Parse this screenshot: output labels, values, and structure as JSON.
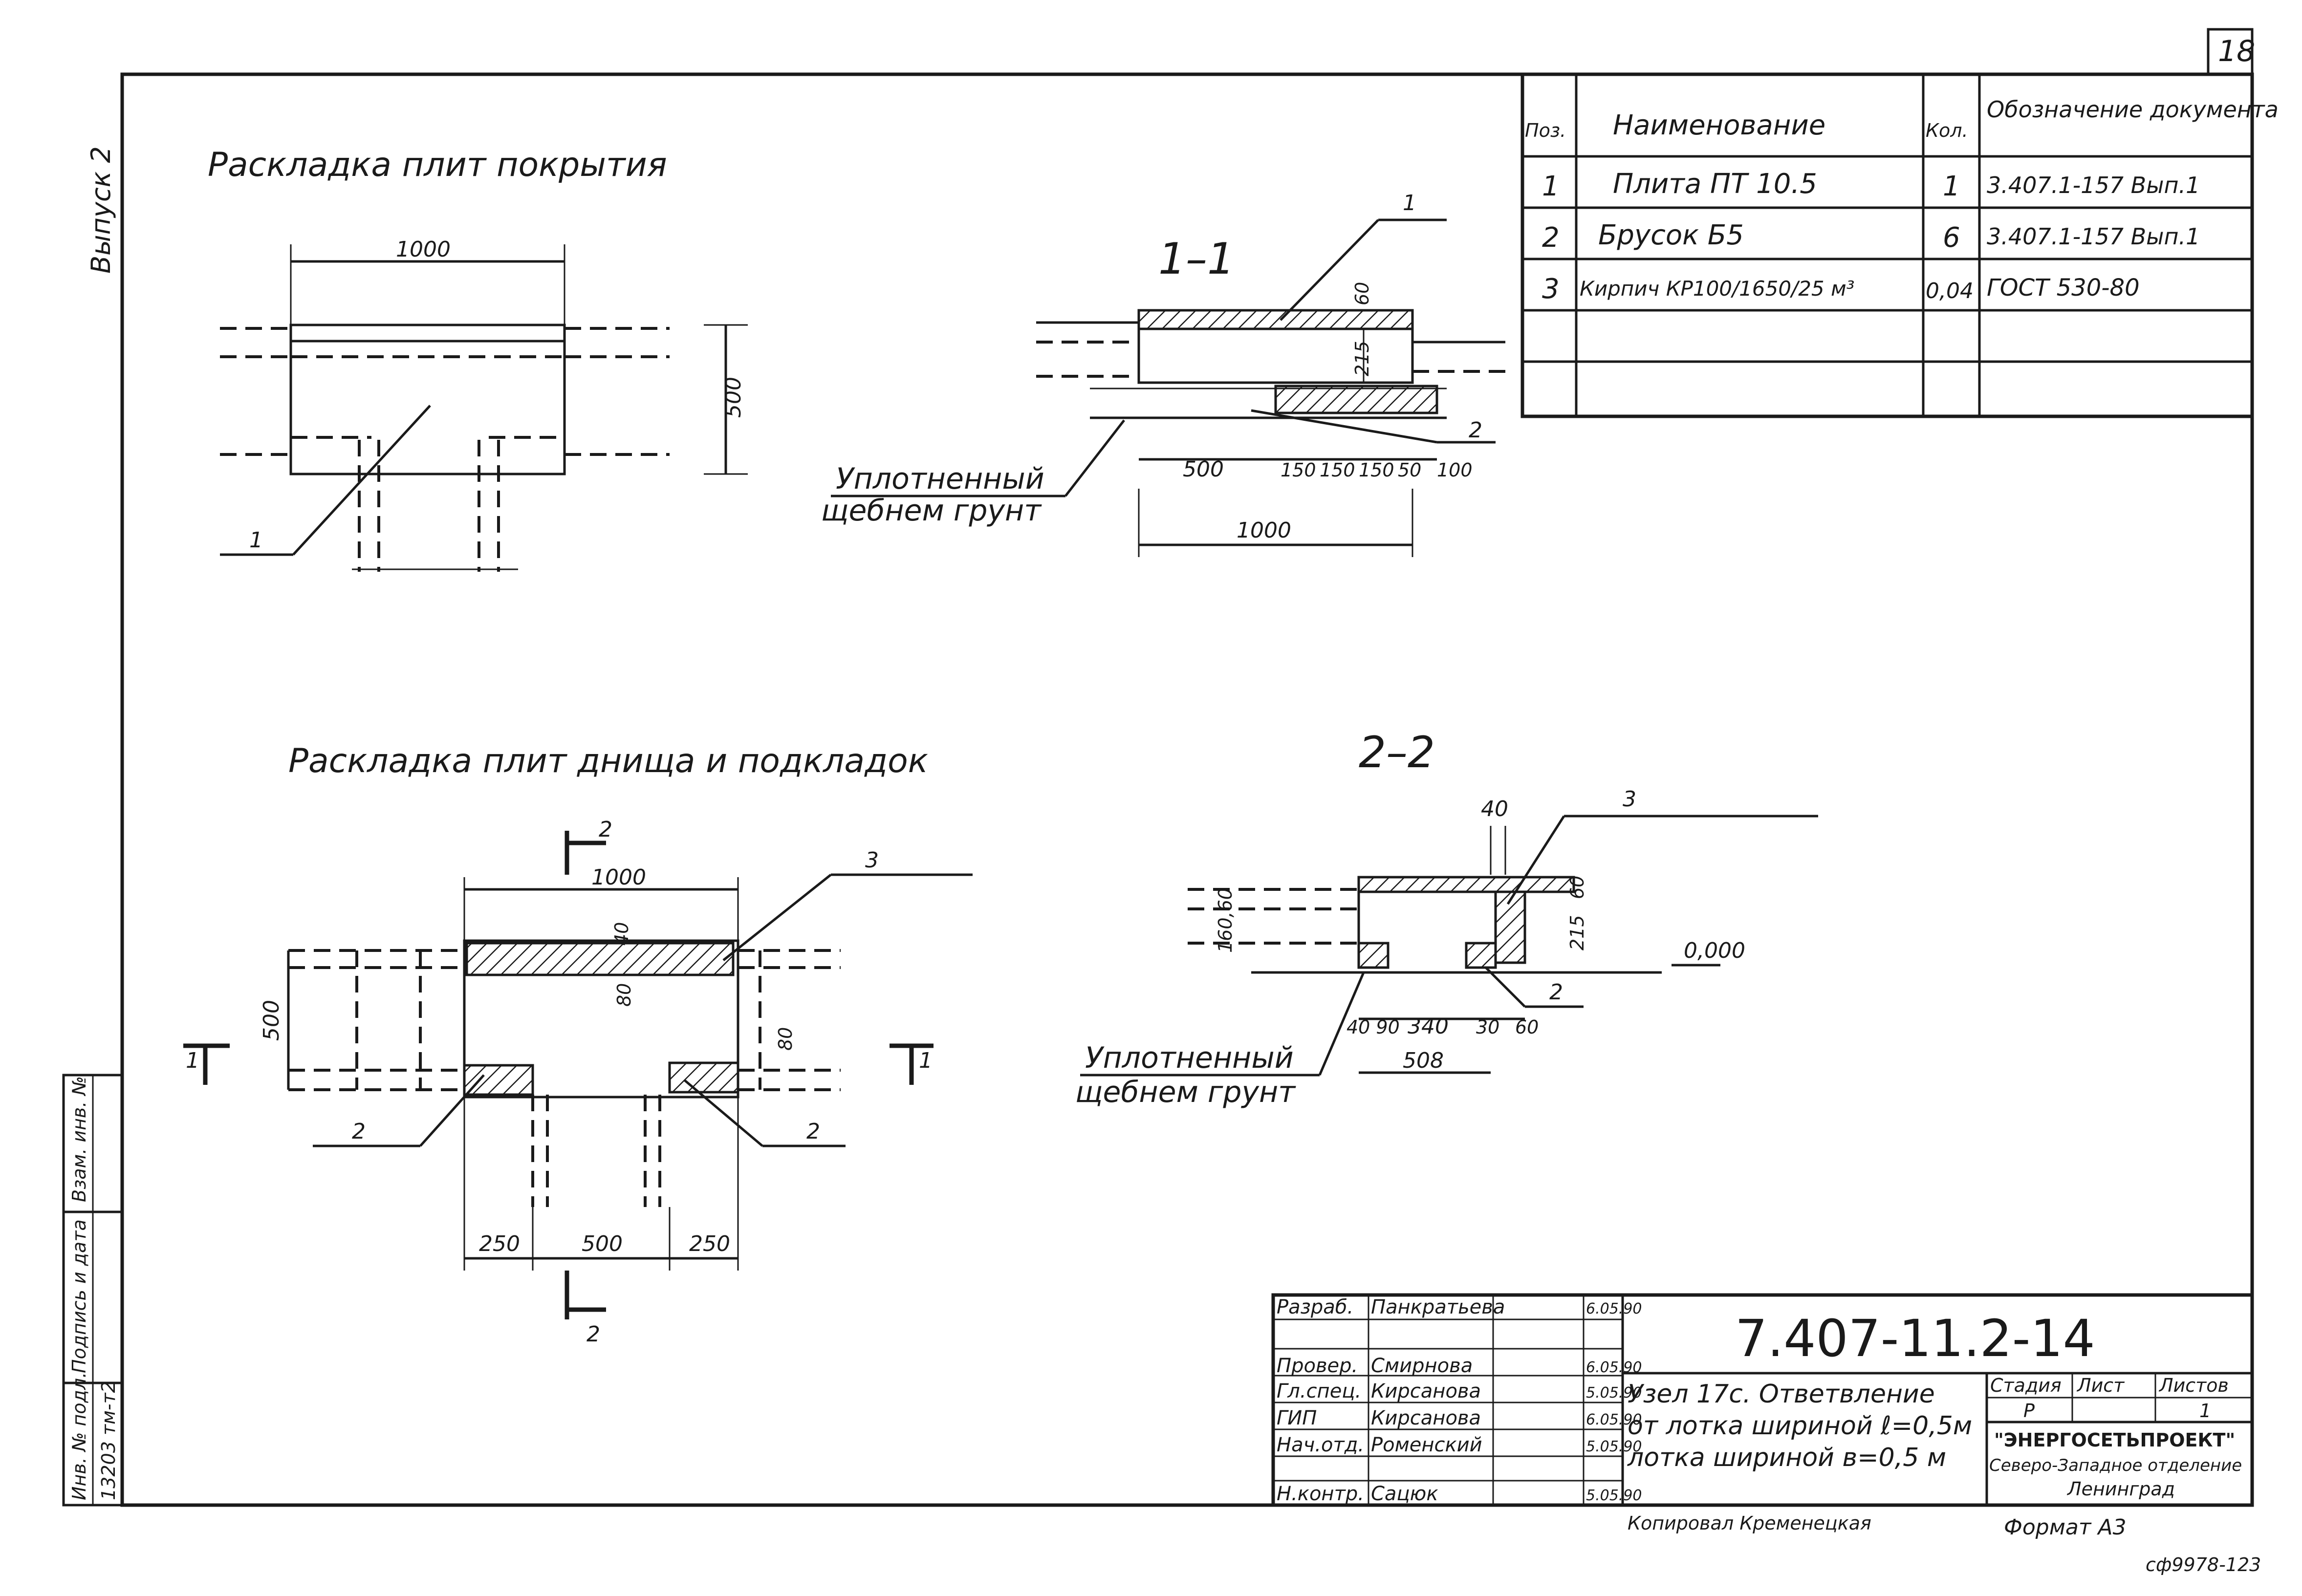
{
  "sheet": {
    "number": "18",
    "vypusk": "Выпуск 2",
    "bottom_note": "сф9978-123",
    "copied_by": "Копировал Кременецкая",
    "format": "Формат А3"
  },
  "views": {
    "cover_layout_title": "Раскладка плит покрытия",
    "bottom_layout_title": "Раскладка плит днища и подкладок",
    "section_1": "1–1",
    "section_2": "2–2",
    "section_mark_2": "2",
    "section_mark_1": "1"
  },
  "labels": {
    "compacted_soil_line1": "Уплотненный",
    "compacted_soil_line2": "щебнем грунт",
    "level_zero": "0,000"
  },
  "dims": {
    "d1000": "1000",
    "d500": "500",
    "d250": "250",
    "d150": "150",
    "d50": "50",
    "d100": "100",
    "d60": "60",
    "d215": "215",
    "d40": "40",
    "d80": "80",
    "d340": "340",
    "d508": "508",
    "d160_60": "160,60",
    "d4090": "40 90",
    "d30": "30",
    "pos1": "1",
    "pos2": "2",
    "pos3": "3"
  },
  "spec": {
    "headers": [
      "Поз.",
      "Наименование",
      "Кол.",
      "Обозначение документа"
    ],
    "rows": [
      [
        "1",
        "Плита ПТ 10.5",
        "1",
        "3.407.1-157 Вып.1"
      ],
      [
        "2",
        "Брусок Б5",
        "6",
        "3.407.1-157 Вып.1"
      ],
      [
        "3",
        "Кирпич КР100/1650/25 м³",
        "0,04",
        "ГОСТ 530-80"
      ],
      [
        "",
        "",
        "",
        ""
      ],
      [
        "",
        "",
        "",
        ""
      ]
    ]
  },
  "left_stamp": {
    "inv_podl": "Инв. № подл.",
    "podpis": "Подпись и дата",
    "vzam": "Взам. инв. №",
    "inv_value": "13203 тм-т2"
  },
  "title_block": {
    "code": "7.407-11.2-14",
    "title_line1": "Узел 17с. Ответвление",
    "title_line2": "от лотка шириной ℓ=0,5м",
    "title_line3": "лотка шириной в=0,5 м",
    "signers": [
      {
        "role": "Разраб.",
        "name": "Панкратьева",
        "date": "6.05.90"
      },
      {
        "role": "Провер.",
        "name": "Смирнова",
        "date": "6.05.90"
      },
      {
        "role": "Гл.спец.",
        "name": "Кирсанова",
        "date": "5.05.90"
      },
      {
        "role": "ГИП",
        "name": "Кирсанова",
        "date": "6.05.90"
      },
      {
        "role": "Нач.отд.",
        "name": "Роменский",
        "date": "5.05.90"
      },
      {
        "role": "Н.контр.",
        "name": "Сацюк",
        "date": "5.05.90"
      }
    ],
    "stage_header": "Стадия",
    "sheet_header": "Лист",
    "sheets_header": "Листов",
    "stage_value": "Р",
    "sheets_value": "1",
    "org_line1": "\"ЭНЕРГОСЕТЬПРОЕКТ\"",
    "org_line2": "Северо-Западное отделение",
    "org_line3": "Ленинград"
  }
}
